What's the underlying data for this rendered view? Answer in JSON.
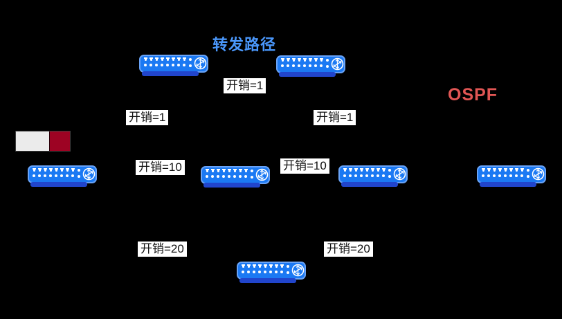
{
  "diagram": {
    "title": {
      "text": "转发路径"
    },
    "protocol": {
      "text": "OSPF"
    },
    "costs": {
      "top": "开销=1",
      "upper_left": "开销=1",
      "upper_right": "开销=1",
      "mid_left": "开销=10",
      "mid_right": "开销=10",
      "lower_left": "开销=20",
      "lower_right": "开销=20"
    },
    "routers": [
      {
        "name": "router-top-left"
      },
      {
        "name": "router-top-right"
      },
      {
        "name": "router-mid-far-left"
      },
      {
        "name": "router-mid-center"
      },
      {
        "name": "router-mid-right"
      },
      {
        "name": "router-mid-far-right"
      },
      {
        "name": "router-bottom"
      }
    ],
    "icons": {
      "router": "router-icon",
      "router_glyph": "crossed-arrows-icon"
    },
    "colors": {
      "bg": "#000000",
      "title_blue": "#4a97fb",
      "ospf_red": "#e15654",
      "router_body": "#1b79f3",
      "router_halo": "#6aa3f6",
      "router_shadow": "#2145cc",
      "label_bg": "#ffffff",
      "label_text": "#111111",
      "legend_white": "#ebebeb",
      "legend_red": "#9d0323"
    }
  }
}
